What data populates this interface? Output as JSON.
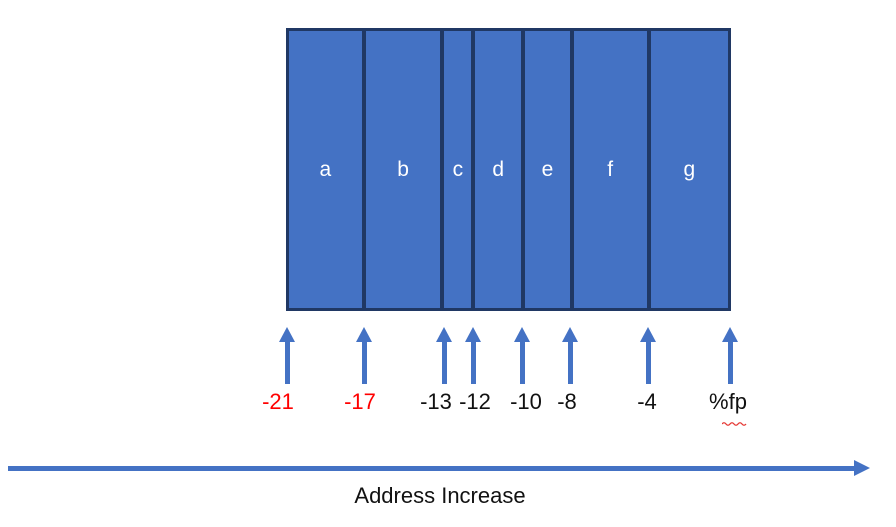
{
  "diagram": {
    "memory_box": {
      "segments": [
        {
          "label": "a"
        },
        {
          "label": "b"
        },
        {
          "label": "c"
        },
        {
          "label": "d"
        },
        {
          "label": "e"
        },
        {
          "label": "f"
        },
        {
          "label": "g"
        }
      ],
      "fill_color": "#4472C4",
      "border_color": "#203864",
      "segment_text_color": "#FFFFFF"
    },
    "offset_markers": [
      {
        "label": "-21",
        "highlight": "red"
      },
      {
        "label": "-17",
        "highlight": "red"
      },
      {
        "label": "-13",
        "highlight": "none"
      },
      {
        "label": "-12",
        "highlight": "none"
      },
      {
        "label": "-10",
        "highlight": "none"
      },
      {
        "label": "-8",
        "highlight": "none"
      },
      {
        "label": "-4",
        "highlight": "none"
      },
      {
        "label": "%fp",
        "highlight": "none",
        "spellcheck_underline": true
      }
    ],
    "colors": {
      "arrow": "#4472C4",
      "red_label": "#FF0000",
      "text": "#111111",
      "squiggle": "#E53935"
    },
    "axis": {
      "label": "Address Increase"
    }
  }
}
